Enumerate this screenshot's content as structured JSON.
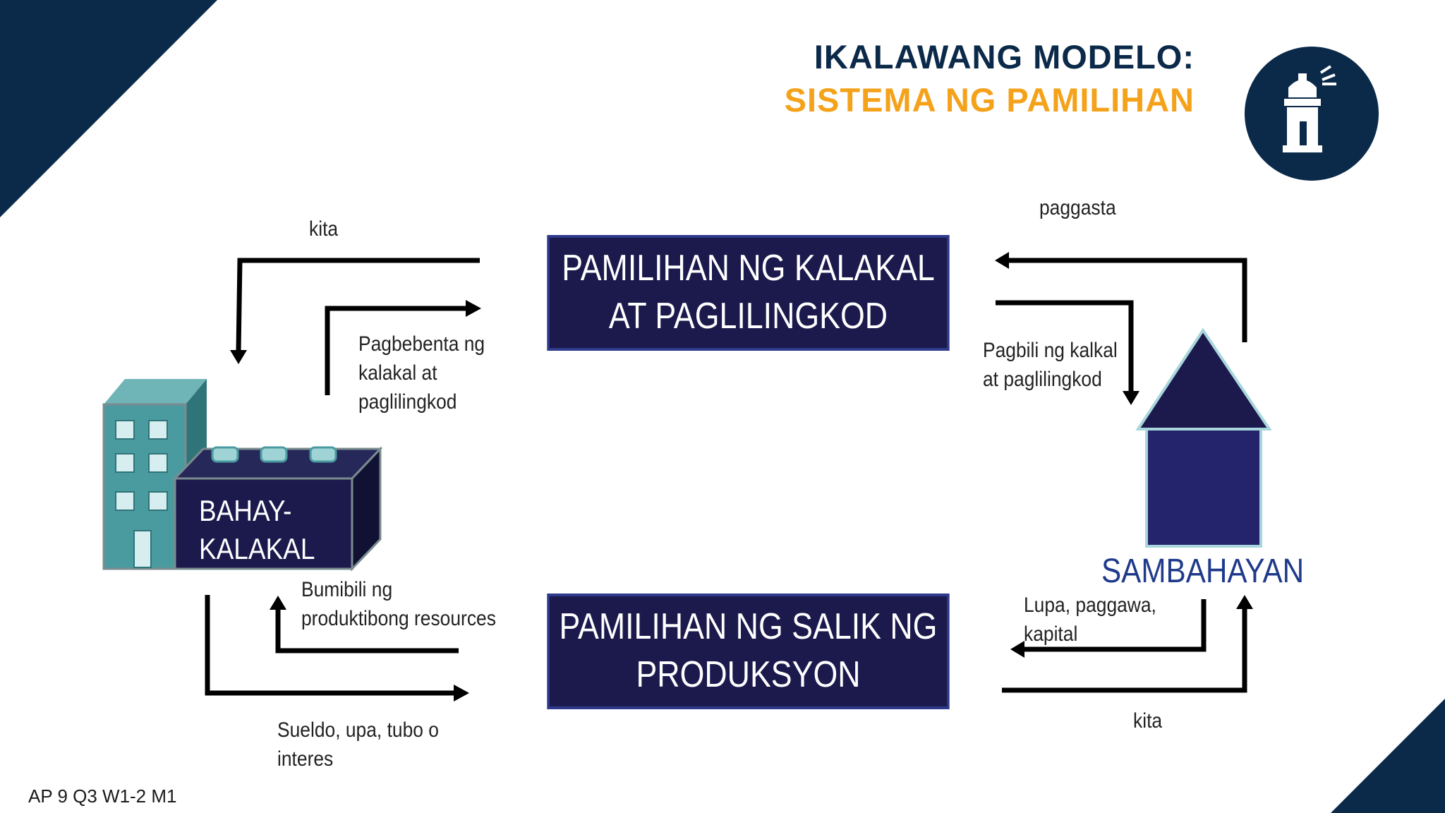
{
  "header": {
    "title_line1": "IKALAWANG MODELO:",
    "title_line2": "SISTEMA NG PAMILIHAN",
    "logo_icon": "lighthouse-icon"
  },
  "colors": {
    "navy": "#0b2a4a",
    "orange": "#f5a21b",
    "box_fill": "#1c1a4d",
    "box_border": "#2e3a8c",
    "house_roof": "#1c1a4d",
    "house_body": "#23246b",
    "sambahayan_text": "#1f3a8a",
    "building_teal": "#4a9ba0"
  },
  "boxes": {
    "goods_market": [
      "PAMILIHAN NG KALAKAL",
      "AT PAGLILINGKOD"
    ],
    "factor_market": [
      "PAMILIHAN NG SALIK NG",
      "PRODUKSYON"
    ]
  },
  "entities": {
    "business": [
      "BAHAY-",
      "KALAKAL"
    ],
    "household": "SAMBAHAYAN"
  },
  "flow_labels": {
    "kita_top": "kita",
    "pagbebenta": [
      "Pagbebenta ng",
      "kalakal at",
      "paglilingkod"
    ],
    "paggasta": "paggasta",
    "pagbili": [
      "Pagbili ng kalkal",
      "at paglilingkod"
    ],
    "bumibili": [
      "Bumibili ng",
      "produktibong resources"
    ],
    "sueldo": [
      "Sueldo, upa, tubo o",
      "interes"
    ],
    "lupa": [
      "Lupa, paggawa,",
      "kapital"
    ],
    "kita_bottom": "kita"
  },
  "footer": "AP 9 Q3 W1-2 M1"
}
